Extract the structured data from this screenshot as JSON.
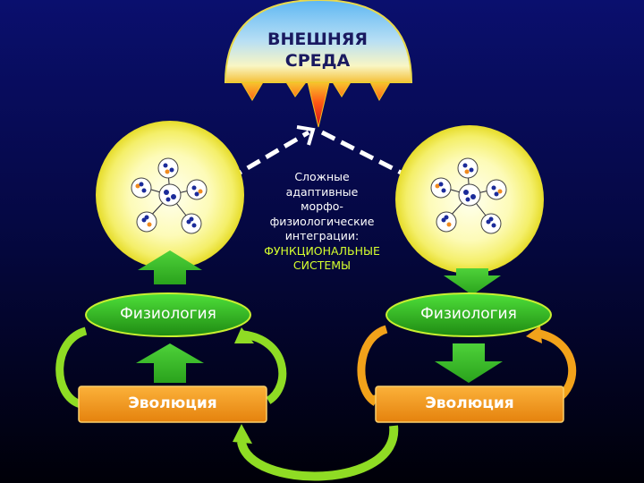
{
  "environment": {
    "line1": "ВНЕШНЯЯ",
    "line2": "СРЕДА"
  },
  "center": {
    "lines": [
      "Сложные",
      "адаптивные",
      "морфо-",
      "физиологические",
      "интеграции:"
    ],
    "highlight": [
      "ФУНКЦИОНАЛЬНЫЕ",
      "СИСТЕМЫ"
    ]
  },
  "left": {
    "physiology": "Физиология",
    "evolution": "Эволюция"
  },
  "right": {
    "physiology": "Физиология",
    "evolution": "Эволюция"
  },
  "colors": {
    "background": "#050844",
    "glow": "#fdfbb0",
    "green": "#3bd12a",
    "orange": "#f59a1e",
    "sky": "#5ab3f0"
  }
}
